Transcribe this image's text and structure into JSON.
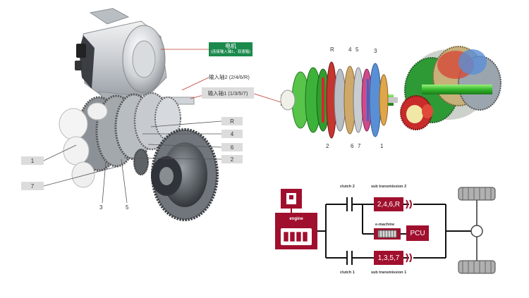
{
  "motor": {
    "title": "电机",
    "subtitle": "(连接输入轴1，双速箱)"
  },
  "shafts": {
    "input2": "输入轴2 (2/4/6/R)",
    "input1": "输入轴1 (1/3/5/7)"
  },
  "gear_callouts": [
    "R",
    "4",
    "6",
    "2"
  ],
  "left_numbers": {
    "n1": "1",
    "n7": "7",
    "n3": "3",
    "n5": "5"
  },
  "cad_labels": {
    "top": [
      "R",
      "4",
      "5",
      "3"
    ],
    "bottom": [
      "2",
      "6",
      "7",
      "1"
    ]
  },
  "schematic": {
    "engine": "engine",
    "clutch2": "clutch 2",
    "clutch1": "clutch 1",
    "sub2_title": "sub transmission 2",
    "sub1_title": "sub transmission 1",
    "sub2_gears": "2,4,6,R",
    "sub1_gears": "1,3,5,7",
    "emachine": "e-machine",
    "pcu": "PCU",
    "accent": "#a0102e"
  }
}
